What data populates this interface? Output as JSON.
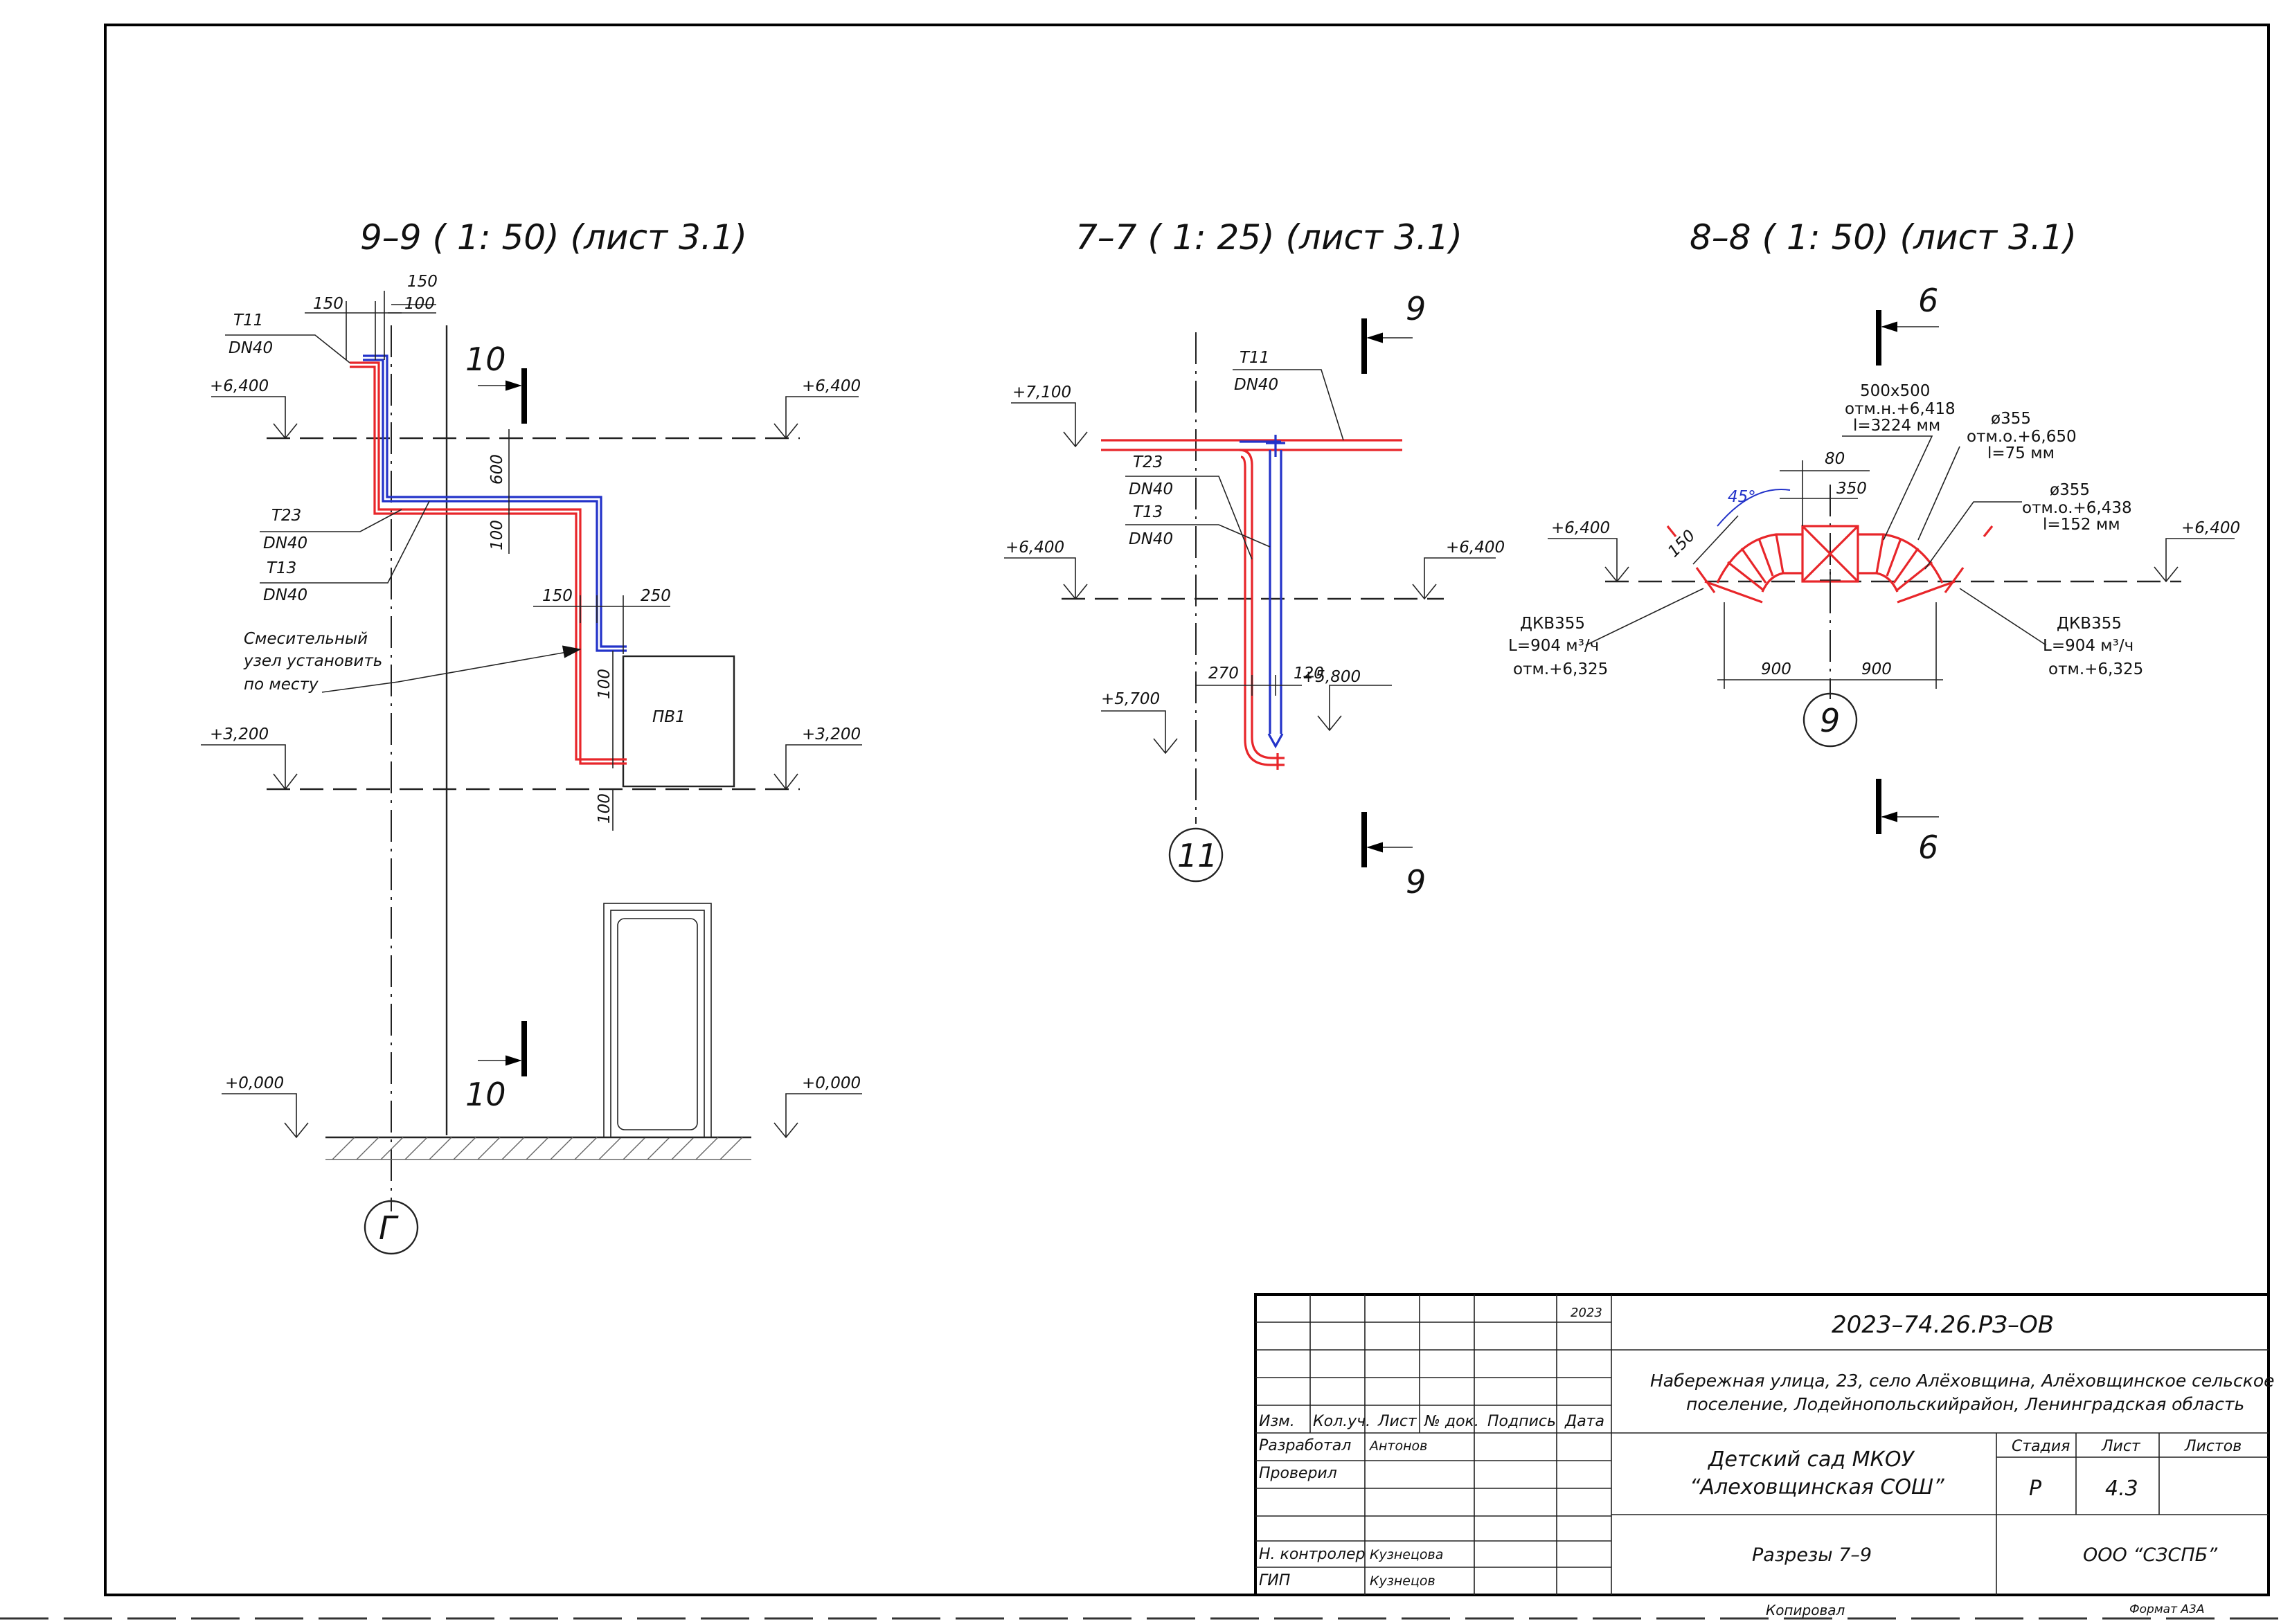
{
  "section_9": {
    "title": "9–9 ( 1: 50) (лист 3.1)",
    "pipe_t11": "T11",
    "pipe_t11_dn": "DN40",
    "dim_150_top": "150",
    "dim_150_right": "150",
    "dim_100_top": "100",
    "level_6400_left": "+6,400",
    "level_6400_right": "+6,400",
    "cut_10_top": "10",
    "dim_600": "600",
    "dim_100_a": "100",
    "pipe_t23": "T23",
    "pipe_t23_dn": "DN40",
    "pipe_t13": "T13",
    "pipe_t13_dn": "DN40",
    "note_line1": "Смесительный",
    "note_line2": "узел установить",
    "note_line3": "по месту",
    "dim_150_mid": "150",
    "dim_250": "250",
    "dim_100_b": "100",
    "dim_100_c": "100",
    "unit": "ПВ1",
    "level_3200_left": "+3,200",
    "level_3200_right": "+3,200",
    "cut_10_bottom": "10",
    "level_0_left": "+0,000",
    "level_0_right": "+0,000",
    "axis": "Г"
  },
  "section_7": {
    "title": "7–7 ( 1: 25) (лист 3.1)",
    "cut_9_top": "9",
    "cut_9_bottom": "9",
    "pipe_t11": "T11",
    "pipe_t11_dn": "DN40",
    "level_7100": "+7,100",
    "pipe_t23": "T23",
    "pipe_t23_dn": "DN40",
    "pipe_t13": "T13",
    "pipe_t13_dn": "DN40",
    "level_6400_left": "+6,400",
    "level_6400_right": "+6,400",
    "dim_270": "270",
    "dim_120": "120",
    "level_5700": "+5,700",
    "level_5800": "+5,800",
    "axis": "11"
  },
  "section_8": {
    "title": "8–8 ( 1: 50) (лист 3.1)",
    "cut_6_top": "6",
    "cut_6_bottom": "6",
    "duct_size": "500x500",
    "duct_elev": "отм.н.+6,418",
    "duct_len": "l=3224 мм",
    "d355_a": "ø355",
    "d355_a_elev": "отм.о.+6,650",
    "d355_a_len": "l=75 мм",
    "d355_b": "ø355",
    "d355_b_elev": "отм.о.+6,438",
    "d355_b_len": "l=152 мм",
    "dim_80": "80",
    "dim_350": "350",
    "angle": "45°",
    "dim_150": "150",
    "level_6400_left": "+6,400",
    "level_6400_right": "+6,400",
    "dkv_left": "ДКВ355",
    "dkv_left_flow": "L=904 м³/ч",
    "dkv_left_elev": "отм.+6,325",
    "dkv_right": "ДКВ355",
    "dkv_right_flow": "L=904 м³/ч",
    "dkv_right_elev": "отм.+6,325",
    "dim_900_left": "900",
    "dim_900_right": "900",
    "axis": "9"
  },
  "title_block": {
    "year": "2023",
    "code": "2023–74.26.РЗ–ОВ",
    "address_line1": "Набережная улица, 23, село Алёховщина, Алёховщинское сельское",
    "address_line2": "поселение, Лодейнопольскийрайон, Ленинградская область",
    "col_izm": "Изм.",
    "col_kolych": "Кол.уч.",
    "col_list": "Лист",
    "col_ndok": "№ док.",
    "col_podpis": "Подпись",
    "col_data": "Дата",
    "razrabotal": "Разработал",
    "razrabotal_name": "Антонов",
    "proveril": "Проверил",
    "nkontroler": "Н. контролер",
    "nkontroler_name": "Кузнецова",
    "gip": "ГИП",
    "gip_name": "Кузнецов",
    "object_line1": "Детский сад МКОУ",
    "object_line2": "“Алеховщинская СОШ”",
    "stage_label": "Стадия",
    "sheet_label": "Лист",
    "sheets_label": "Листов",
    "stage": "Р",
    "sheet": "4.3",
    "drawing_name": "Разрезы 7–9",
    "org": "ООО “СЗСПБ”",
    "copied": "Копировал",
    "format": "Формат А3А"
  }
}
